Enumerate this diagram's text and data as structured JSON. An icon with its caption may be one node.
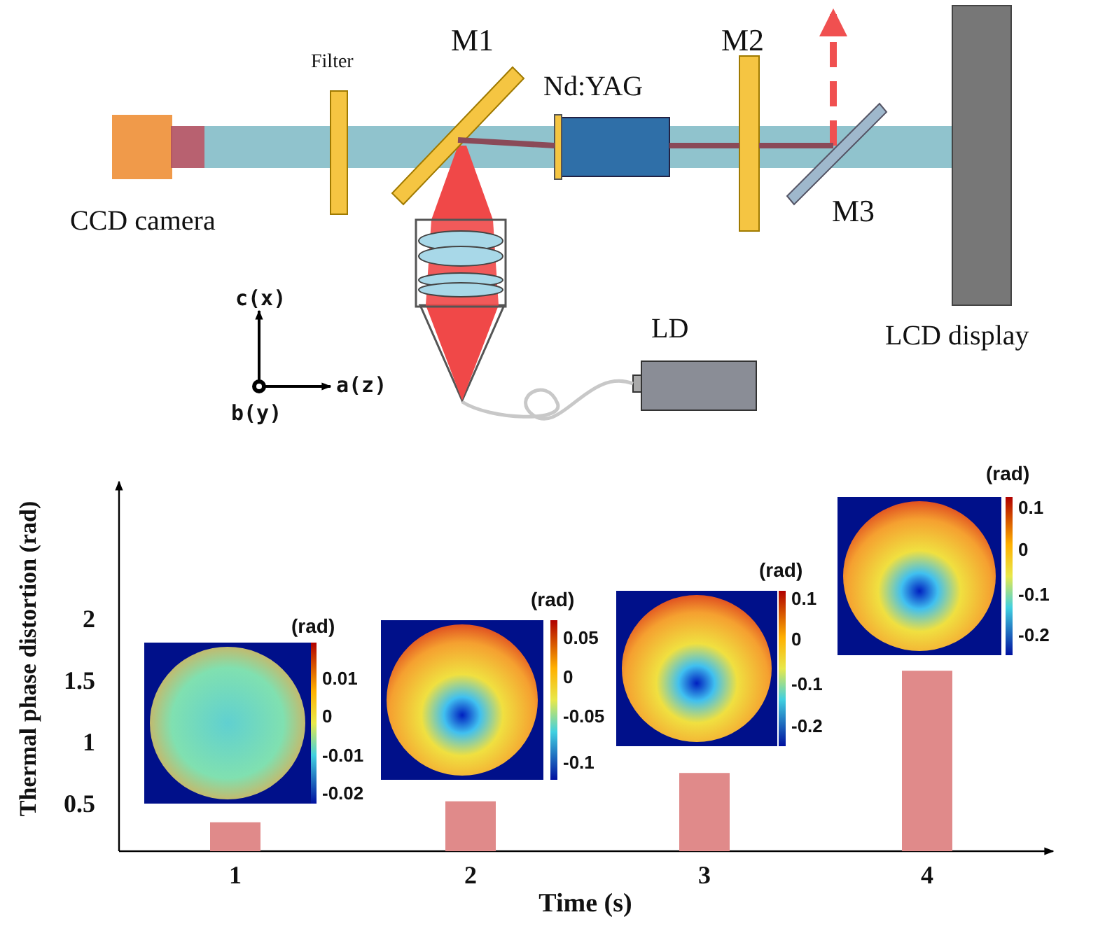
{
  "diagram": {
    "nodes": [
      {
        "text": [
          "Filter"
        ]
      },
      {
        "text": [
          "M1"
        ]
      },
      {
        "text": [
          "M2"
        ]
      },
      {
        "text": [
          "Nd:YAG"
        ]
      },
      {
        "text": [
          "CCD camera"
        ]
      },
      {
        "text": [
          "M3"
        ]
      },
      {
        "text": [],
        "shape": "box"
      },
      {
        "text": [
          "LCD display"
        ]
      },
      {
        "text": [
          "LD"
        ]
      }
    ],
    "edges": [
      {
        "from": 8,
        "to": 6,
        "arrow": "none",
        "color": "#c8c8c8"
      },
      {
        "from": 5,
        "to": null,
        "arrow": "to",
        "style": "dashed",
        "color": "#f05050"
      },
      {
        "from": 1,
        "to": 3,
        "arrow": "none",
        "color": "#8a4a58"
      },
      {
        "from": 3,
        "to": 2,
        "arrow": "none",
        "color": "#8a4a58"
      },
      {
        "from": 2,
        "to": 5,
        "arrow": "none",
        "color": "#8a4a58"
      }
    ],
    "labels": [
      "c(x)",
      "a(z)",
      "b(y)",
      "(rad)",
      "0.01",
      "0",
      "-0.01",
      "-0.02",
      "(rad)",
      "0.05",
      "0",
      "-0.05",
      "-0.1",
      "(rad)",
      "0.1",
      "0",
      "-0.1",
      "-0.2",
      "(rad)",
      "0.1",
      "0",
      "-0.1",
      "-0.2"
    ],
    "chart_data": {
      "type": "bar",
      "xlabel": "Time (s)",
      "ylabel": "Thermal phase distortion (rad)",
      "categories": [
        "1",
        "2",
        "3",
        "4"
      ],
      "series": [
        {
          "color": "#e08a8a",
          "values": [
            0.36,
            0.53,
            0.76,
            1.59
          ]
        }
      ],
      "yticks": [
        0.5,
        1,
        1.5,
        2
      ],
      "ylim": [
        0.125,
        3.125
      ]
    }
  }
}
